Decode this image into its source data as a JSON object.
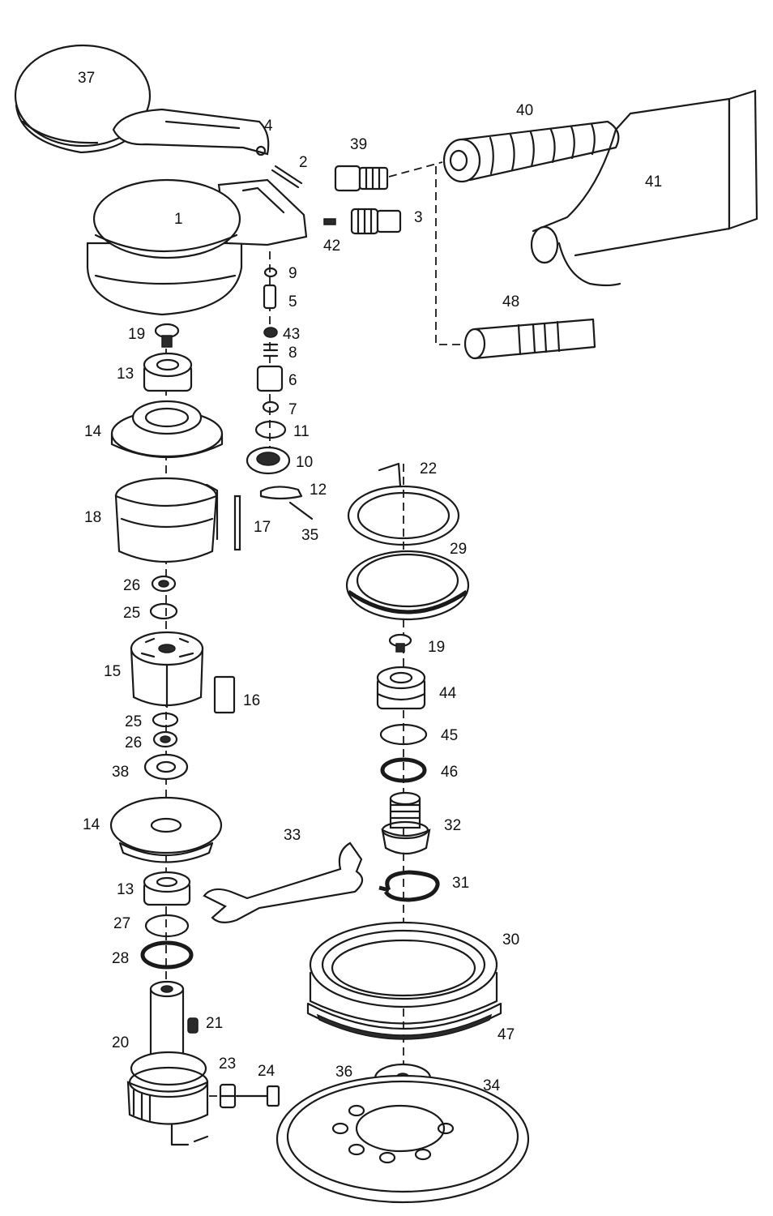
{
  "labels": {
    "p1": "1",
    "p2": "2",
    "p3": "3",
    "p4": "4",
    "p5": "5",
    "p6": "6",
    "p7": "7",
    "p8": "8",
    "p9": "9",
    "p10": "10",
    "p11": "11",
    "p12": "12",
    "p13a": "13",
    "p13b": "13",
    "p14a": "14",
    "p14b": "14",
    "p15": "15",
    "p16": "16",
    "p17": "17",
    "p18": "18",
    "p19a": "19",
    "p19b": "19",
    "p20": "20",
    "p21": "21",
    "p22": "22",
    "p23": "23",
    "p24": "24",
    "p25a": "25",
    "p25b": "25",
    "p26a": "26",
    "p26b": "26",
    "p27": "27",
    "p28": "28",
    "p29": "29",
    "p30": "30",
    "p31": "31",
    "p32": "32",
    "p33": "33",
    "p34": "34",
    "p35": "35",
    "p36": "36",
    "p37": "37",
    "p38": "38",
    "p39": "39",
    "p40": "40",
    "p41": "41",
    "p42": "42",
    "p43": "43",
    "p44": "44",
    "p45": "45",
    "p46": "46",
    "p47": "47",
    "p48": "48"
  }
}
